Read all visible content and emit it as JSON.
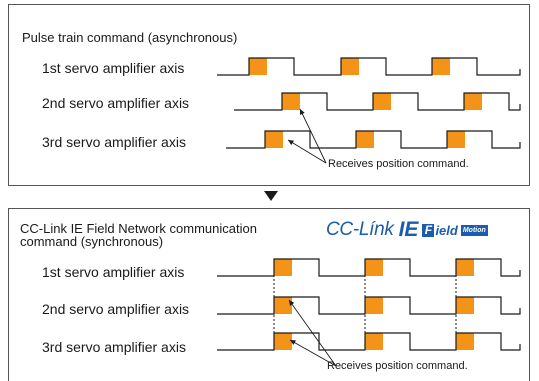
{
  "top": {
    "title": "Pulse train command (asynchronous)",
    "axes": [
      {
        "label": "1st servo amplifier axis"
      },
      {
        "label": "2nd servo amplifier axis"
      },
      {
        "label": "3rd servo amplifier axis"
      }
    ],
    "note": "Receives position command."
  },
  "bottom": {
    "title_line1": "CC-Link IE Field Network communication",
    "title_line2": "command (synchronous)",
    "axes": [
      {
        "label": "1st servo amplifier axis"
      },
      {
        "label": "2nd servo amplifier axis"
      },
      {
        "label": "3rd servo amplifier axis"
      }
    ],
    "note": "Receives position command."
  },
  "logo": {
    "main": "CC-Línk",
    "ie": "IE",
    "f": "F",
    "field": "ield",
    "motion": "Motion"
  },
  "colors": {
    "pulse_fill": "#f39419",
    "line": "#1a1a1a"
  },
  "icons": {
    "transition": "down-triangle-arrow-icon"
  }
}
